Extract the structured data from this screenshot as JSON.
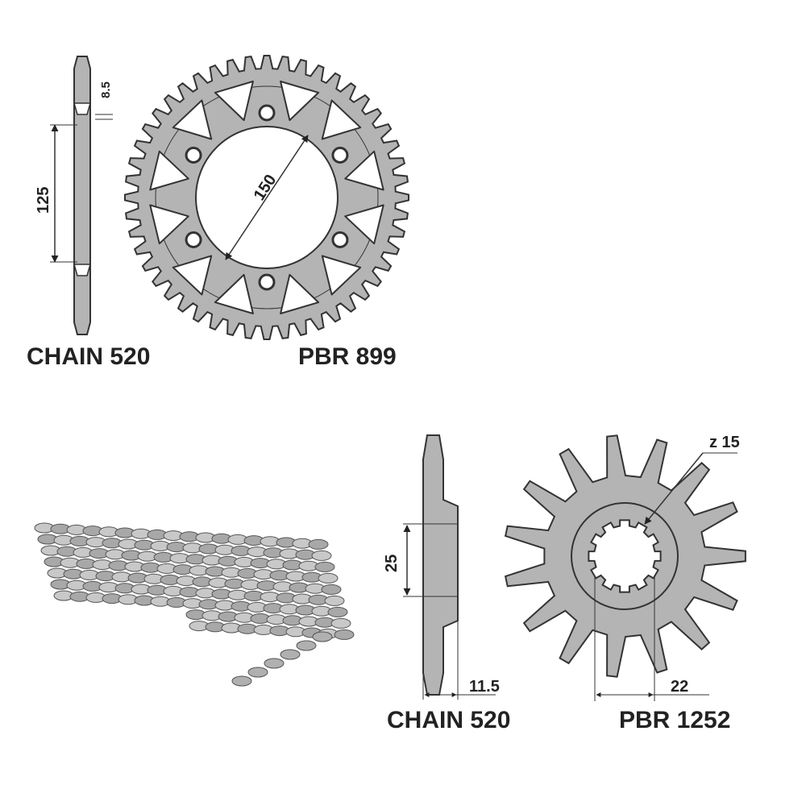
{
  "rear_sprocket": {
    "part_number": "PBR 899",
    "chain_label": "CHAIN 520",
    "thickness_dim": "8.5",
    "bolt_spacing_dim": "125",
    "bore_dim": "150",
    "teeth_count": 48,
    "bolt_holes": 6
  },
  "front_sprocket": {
    "part_number": "PBR 1252",
    "chain_label": "CHAIN 520",
    "teeth_label": "z 15",
    "teeth_count": 15,
    "hub_dim": "25",
    "thickness_dim": "11.5",
    "spline_dim": "22"
  },
  "colors": {
    "metal": "#b4b4b4",
    "outline": "#333333",
    "chain": "#9a9a9a"
  }
}
